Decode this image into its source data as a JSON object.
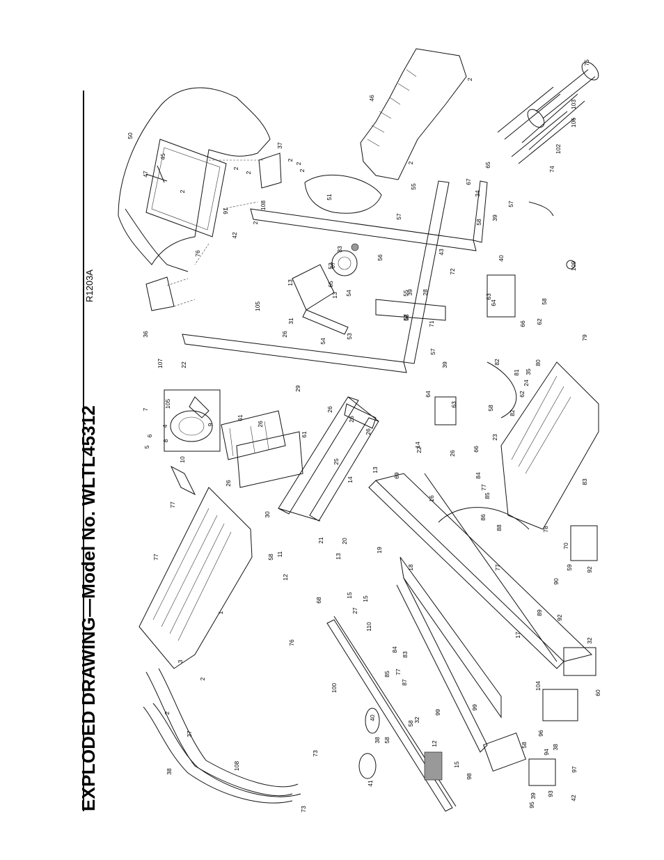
{
  "title": "EXPLODED DRAWING—Model No. WLTL45312",
  "revision_code": "R1203A",
  "part_labels": [
    "1",
    "2",
    "2",
    "2",
    "2",
    "2",
    "2",
    "2",
    "2",
    "2",
    "2",
    "2",
    "3",
    "4",
    "5",
    "6",
    "7",
    "8",
    "9",
    "10",
    "11",
    "12",
    "12",
    "13",
    "13",
    "13",
    "13",
    "14",
    "14",
    "15",
    "15",
    "15",
    "16",
    "17",
    "18",
    "19",
    "20",
    "21",
    "22",
    "22",
    "23",
    "24",
    "25",
    "26",
    "26",
    "26",
    "26",
    "26",
    "26",
    "26",
    "27",
    "28",
    "29",
    "30",
    "31",
    "32",
    "32",
    "33",
    "34",
    "35",
    "36",
    "37",
    "37",
    "38",
    "38",
    "38",
    "39",
    "39",
    "39",
    "39",
    "40",
    "40",
    "41",
    "42",
    "42",
    "43",
    "45",
    "46",
    "47",
    "50",
    "51",
    "52",
    "53",
    "54",
    "54",
    "55",
    "55",
    "56",
    "57",
    "57",
    "57",
    "57",
    "58",
    "58",
    "58",
    "58",
    "58",
    "58",
    "58",
    "58",
    "59",
    "60",
    "61",
    "61",
    "62",
    "62",
    "63",
    "63",
    "64",
    "64",
    "65",
    "65",
    "66",
    "66",
    "67",
    "67",
    "68",
    "69",
    "70",
    "71",
    "72",
    "73",
    "73",
    "74",
    "75",
    "76",
    "76",
    "77",
    "77",
    "77",
    "77",
    "77",
    "78",
    "79",
    "80",
    "81",
    "82",
    "82",
    "83",
    "83",
    "84",
    "84",
    "85",
    "85",
    "86",
    "87",
    "88",
    "89",
    "90",
    "91",
    "92",
    "92",
    "93",
    "94",
    "95",
    "96",
    "97",
    "98",
    "99",
    "99",
    "100",
    "102",
    "103",
    "104",
    "105",
    "105",
    "106",
    "107",
    "108",
    "108",
    "109",
    "110"
  ]
}
